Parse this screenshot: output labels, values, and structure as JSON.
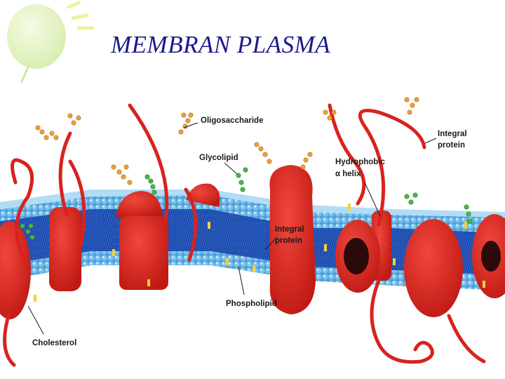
{
  "slide": {
    "title": "MEMBRAN PLASMA"
  },
  "diagram": {
    "labels": {
      "oligosaccharide": "Oligosaccharide",
      "glycolipid": "Glycolipid",
      "integral_protein_top_line1": "Integral",
      "integral_protein_top_line2": "protein",
      "hydrophobic_line1": "Hydrophobic",
      "hydrophobic_line2": "α helix",
      "integral_protein_mid_line1": "Integral",
      "integral_protein_mid_line2": "protein",
      "phospholipid": "Phospholipid",
      "cholesterol": "Cholesterol"
    },
    "colors": {
      "title": "#1a1a8c",
      "head_group": "#6fb8e8",
      "tail_region": "#2a5fc7",
      "protein": "#d8231d",
      "sugar_chain": "#e8a23c",
      "glycolipid_sugar": "#4bb54a",
      "cholesterol": "#f2d23c"
    }
  }
}
